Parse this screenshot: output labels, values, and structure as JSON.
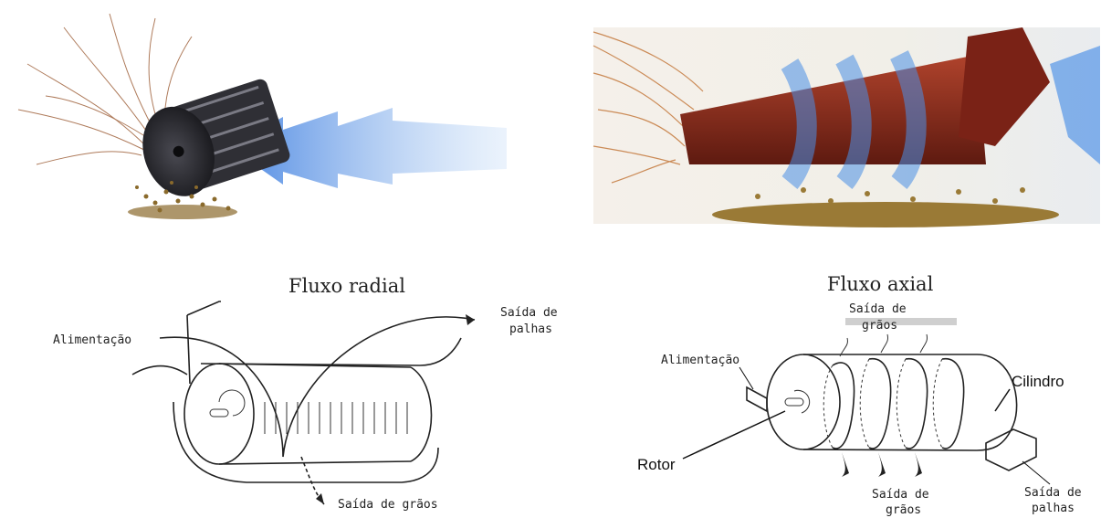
{
  "radial": {
    "title": "Fluxo radial",
    "feed_label": "Alimentação",
    "straw_exit_line1": "Saída de",
    "straw_exit_line2": "palhas",
    "grain_exit": "Saída de grãos"
  },
  "axial": {
    "title": "Fluxo axial",
    "grain_exit_top_line1": "Saída de",
    "grain_exit_top_line2": "grãos",
    "feed_label": "Alimentação",
    "cylinder_label": "Cilindro",
    "rotor_label": "Rotor",
    "grain_exit_bottom_line1": "Saída de",
    "grain_exit_bottom_line2": "grãos",
    "straw_exit_line1": "Saída de",
    "straw_exit_line2": "palhas"
  },
  "colors": {
    "arrow_blue": "#3f7fe0",
    "rotor_red": "#8d2a1c",
    "rotor_dark": "#2a2a2e",
    "grain": "#8a6a2c"
  }
}
